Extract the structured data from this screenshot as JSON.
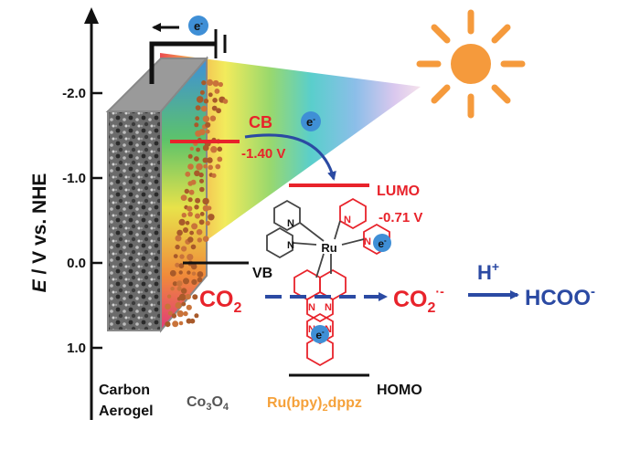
{
  "axis": {
    "label_italic": "E",
    "label_rest": " / V vs. NHE",
    "ticks": [
      "-2.0",
      "-1.0",
      "0.0",
      "1.0"
    ]
  },
  "materials": {
    "carbon_line1": "Carbon",
    "carbon_line2": "Aerogel",
    "co_base": "Co",
    "co_sub1": "3",
    "co_mid": "O",
    "co_sub2": "4",
    "ru_base": "Ru(bpy)",
    "ru_sub": "2",
    "ru_tail": "dppz"
  },
  "levels": {
    "cb_label": "CB",
    "cb_value": "-1.40 V",
    "vb_label": "VB",
    "lumo_label": "LUMO",
    "lumo_value": "-0.71 V",
    "homo_label": "HOMO"
  },
  "reaction": {
    "co2": "CO",
    "co2_sub": "2",
    "co2_radical": "CO",
    "co2_radical_sub": "2",
    "co2_radical_sup": "·-",
    "proton": "H",
    "proton_sup": "+",
    "product": "HCOO",
    "product_sup": "-"
  },
  "complex": {
    "metal": "Ru",
    "n_atom": "N",
    "electron_badge": "e",
    "electron_badge_sup": "-"
  },
  "electrons": {
    "symbol": "e",
    "sup": "-"
  },
  "colors": {
    "red": "#e8232b",
    "blue": "#2b4aa3",
    "orange": "#f5a13a",
    "sun": "#f59a3c",
    "electron": "#3f8fd6",
    "black": "#111111",
    "grey_text": "#555555"
  }
}
